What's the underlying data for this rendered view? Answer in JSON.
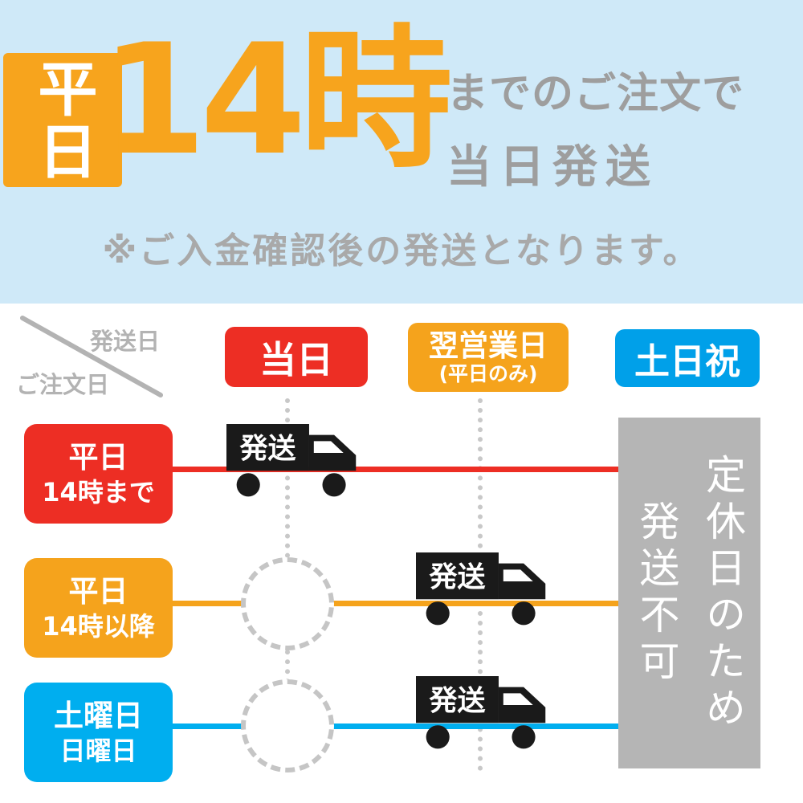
{
  "colors": {
    "background_top": "#cfe9f8",
    "accent_orange": "#f7a41d",
    "gray_text": "#9e9e9e",
    "red": "#ed2e24",
    "orange": "#f5a31c",
    "blue_header": "#00a0e9",
    "blue_row": "#00aeef",
    "closed_box_gray": "#b5b5b5",
    "truck_black": "#1a1a1a"
  },
  "hero": {
    "weekday_badge": "平日",
    "deadline_time": "14時",
    "suffix_line1": "までのご注文で",
    "suffix_line2": "当日発送",
    "note": "※ご入金確認後の発送となります。"
  },
  "table": {
    "corner": {
      "ship_date": "発送日",
      "order_date": "ご注文日"
    },
    "columns": [
      {
        "label": "当日"
      },
      {
        "label": "翌営業日",
        "sub": "(平日のみ)"
      },
      {
        "label": "土日祝"
      }
    ],
    "rows": [
      {
        "line1": "平日",
        "line2": "14時まで"
      },
      {
        "line1": "平日",
        "line2": "14時以降"
      },
      {
        "line1": "土曜日",
        "line2": "日曜日"
      }
    ],
    "ship_label": "発送",
    "closed_line1": "定休日のため",
    "closed_line2": "発送不可"
  }
}
